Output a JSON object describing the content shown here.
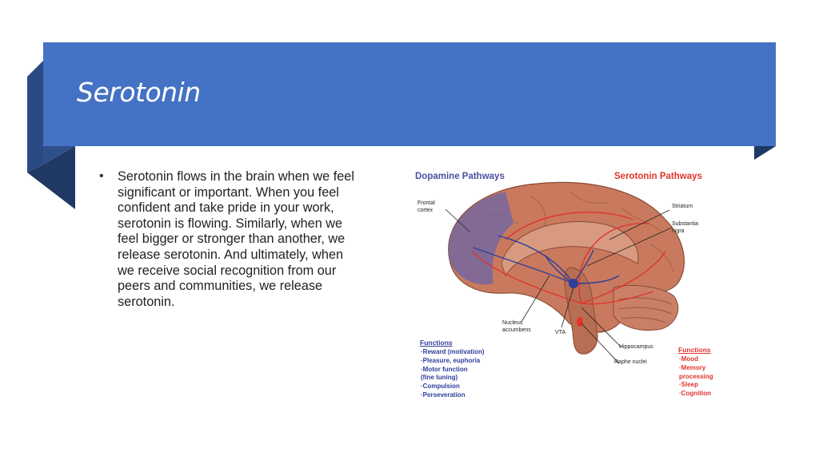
{
  "slide": {
    "title": "Serotonin",
    "bullets": [
      "Serotonin flows in the brain when we feel significant or important. When you feel confident and take pride in your work, serotonin is flowing. Similarly, when we feel bigger or stronger than another, we release serotonin. And ultimately, when we receive social recognition from our peers and communities, we release serotonin."
    ],
    "bullet_symbol": "•"
  },
  "figure": {
    "dopamine_heading": "Dopamine Pathways",
    "serotonin_heading": "Serotonin Pathways",
    "labels": {
      "frontal_cortex": "Frontal cortex",
      "striatum": "Striatum",
      "substantia_nigra": "Substantia nigra",
      "nucleus_accumbens": "Nucleus accumbens",
      "vta": "VTA",
      "hippocampus": "Hippocampus",
      "raphe_nuclei": "Raphe nuclei"
    },
    "dopamine_functions": {
      "title": "Functions",
      "items": [
        "·Reward (motivation)",
        "·Pleasure, euphoria",
        "·Motor function",
        " (fine tuning)",
        "·Compulsion",
        "·Perseveration"
      ]
    },
    "serotonin_functions": {
      "title": "Functions",
      "items": [
        "·Mood",
        "·Memory",
        " processing",
        "·Sleep",
        "·Cognition"
      ]
    },
    "colors": {
      "dopamine": "#4b4fa0",
      "serotonin": "#e0342c",
      "brain": "#c97a5e",
      "title_band": "#4472c4"
    }
  }
}
